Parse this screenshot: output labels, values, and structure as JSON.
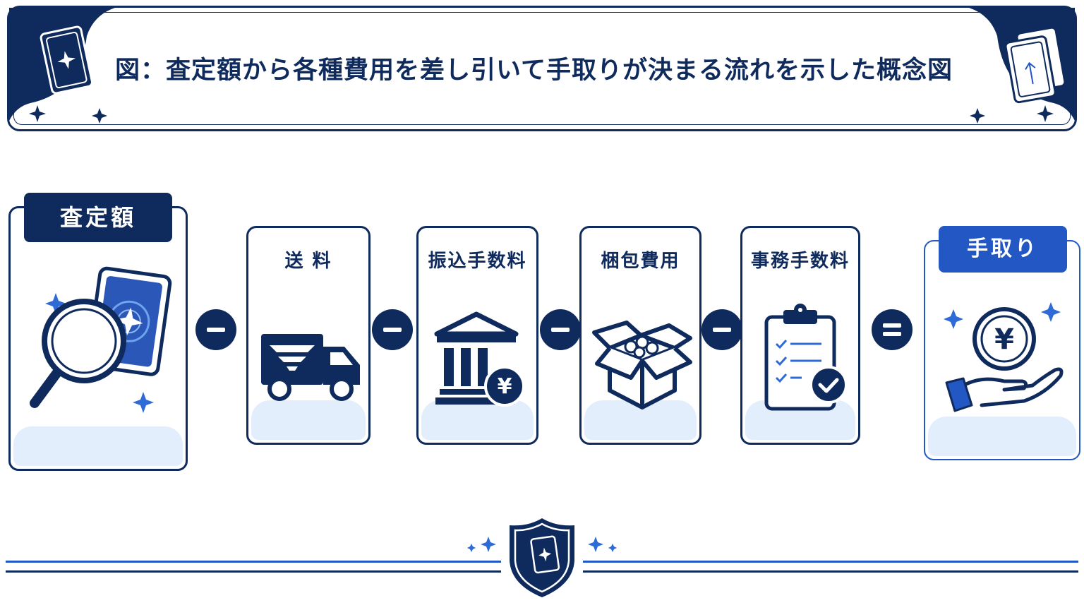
{
  "title": "図：査定額から各種費用を差し引いて手取りが決まる流れを示した概念図",
  "start": {
    "label": "査定額",
    "icon": "magnifier-card-icon"
  },
  "costs": [
    {
      "label": "送 料",
      "icon": "truck-icon"
    },
    {
      "label": "振込手数料",
      "icon": "bank-yen-icon"
    },
    {
      "label": "梱包費用",
      "icon": "box-icon"
    },
    {
      "label": "事務手数料",
      "icon": "clipboard-check-icon"
    }
  ],
  "result": {
    "label": "手取り",
    "icon": "hand-yen-coin-icon"
  },
  "operators": [
    "minus",
    "minus",
    "minus",
    "minus",
    "equals"
  ],
  "colors": {
    "navy": "#0f2a5c",
    "blue": "#2257c4",
    "pale": "#e3eefc"
  }
}
